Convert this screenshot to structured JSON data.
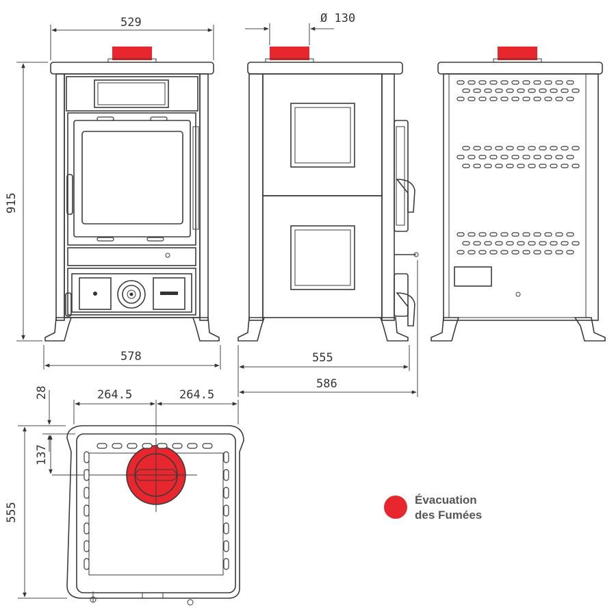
{
  "colors": {
    "flue": "#e8262d",
    "line": "#3a3a3a"
  },
  "dimensions": {
    "top_width": "529",
    "flue_diameter": "Ø 130",
    "height": "915",
    "base_width_front": "578",
    "depth_side": "555",
    "depth_total": "586",
    "top_offset": "28",
    "flue_offset_y": "137",
    "half_width_left": "264.5",
    "half_width_right": "264.5",
    "depth_plan": "555"
  },
  "legend": {
    "line1": "Évacuation",
    "line2": "des Fumées",
    "icon": "red-circle"
  }
}
